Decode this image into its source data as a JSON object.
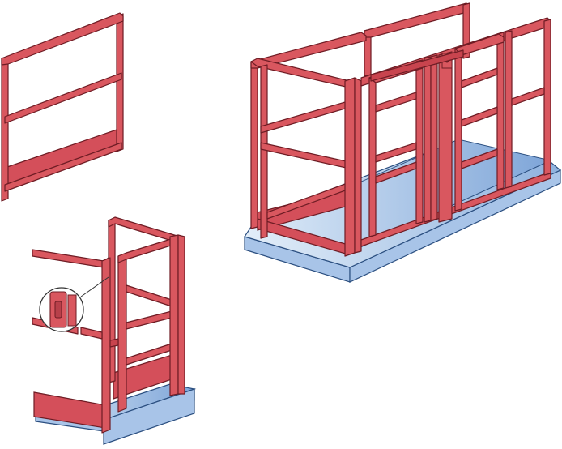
{
  "illustration": {
    "panels": [
      {
        "id": "single-panel",
        "kind": "wall-panel"
      },
      {
        "id": "corner-cage-with-latch-detail",
        "kind": "corner-gate-with-inset"
      },
      {
        "id": "cage-with-sliding-door",
        "kind": "enclosure-with-sliding-door"
      }
    ],
    "colors": {
      "frame_fill": "#d9575f",
      "frame_stroke": "#7a1f28",
      "kick_plate": "#d44f5a",
      "base_top_light": "#cfe2f5",
      "base_top_dark": "#7fa7da",
      "base_side": "#9fbde4",
      "base_stroke": "#2b4f80",
      "line": "#3a3a3a"
    }
  }
}
